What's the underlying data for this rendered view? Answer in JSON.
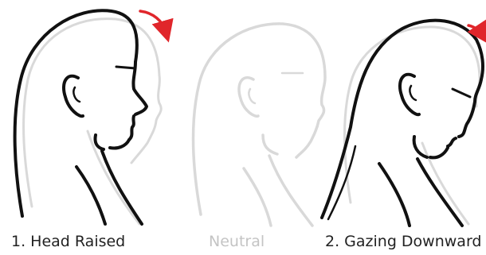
{
  "panels": [
    {
      "id": "head-raised",
      "caption": "1. Head Raised"
    },
    {
      "id": "neutral",
      "caption": "Neutral"
    },
    {
      "id": "gazing-downward",
      "caption": "2. Gazing Downward"
    }
  ],
  "colors": {
    "outline": "#111111",
    "ghost": "#d9d9d9",
    "arrow": "#e0262b",
    "caption_dark": "#222222",
    "caption_light": "#c4c4c4"
  }
}
